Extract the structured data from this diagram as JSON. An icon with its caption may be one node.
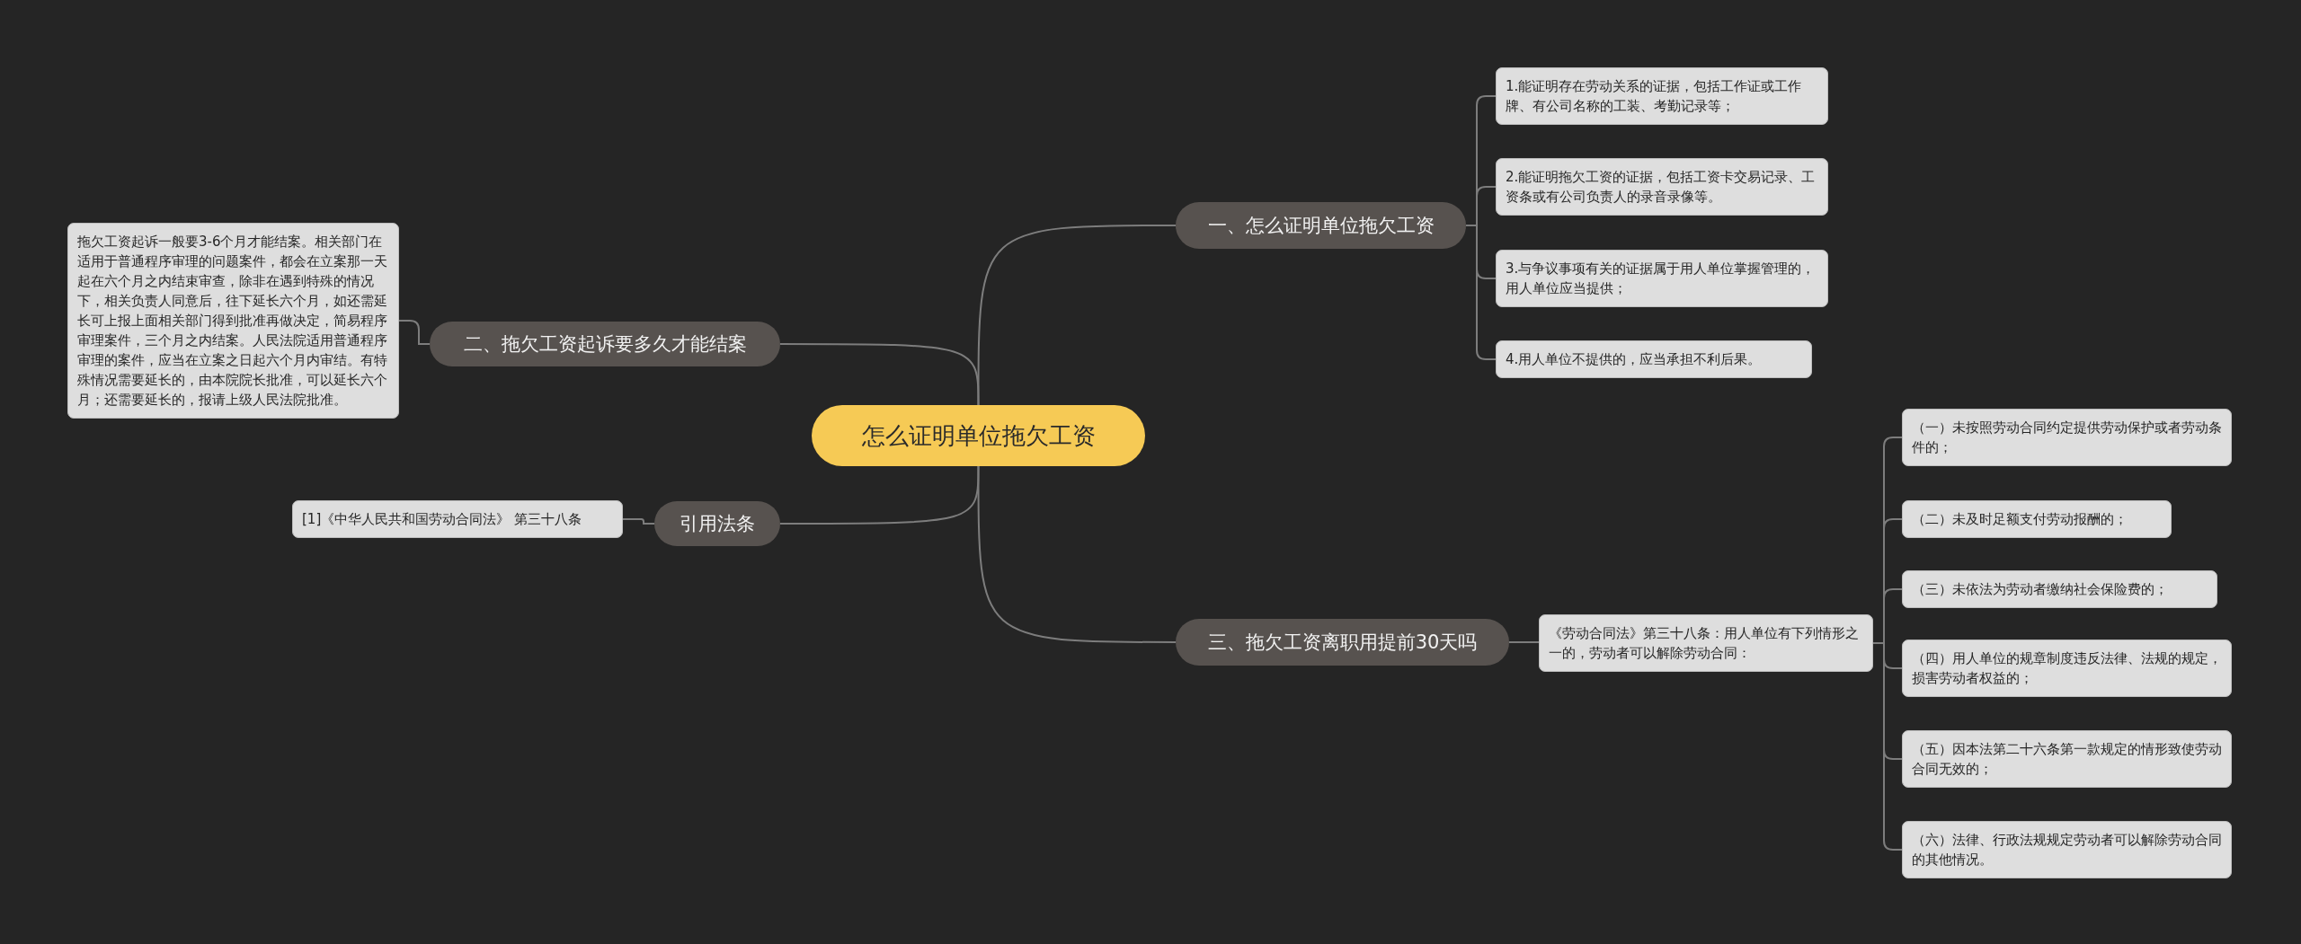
{
  "diagram": {
    "nodes": [
      {
        "text": [
          "怎么证明单位拖欠工资"
        ]
      },
      {
        "text": [
          "一、怎么证明单位拖欠工资"
        ]
      },
      {
        "text": [
          "1.能证明存在劳动关系的证据，包括工作证或工作牌、有公司名称的工装、考勤记录等；"
        ]
      },
      {
        "text": [
          "2.能证明拖欠工资的证据，包括工资卡交易记录、工资条或有公司负责人的录音录像等。"
        ]
      },
      {
        "text": [
          "3.与争议事项有关的证据属于用人单位掌握管理的，用人单位应当提供；"
        ]
      },
      {
        "text": [
          "4.用人单位不提供的，应当承担不利后果。"
        ]
      },
      {
        "text": [
          "二、拖欠工资起诉要多久才能结案"
        ]
      },
      {
        "text": [
          "拖欠工资起诉一般要3-6个月才能结案。相关部门在适用于普通程序审理的问题案件，都会在立案那一天起在六个月之内结束审查，除非在遇到特殊的情况下，相关负责人同意后，往下延长六个月，如还需延长可上报上面相关部门得到批准再做决定，简易程序审理案件，三个月之内结案。人民法院适用普通程序审理的案件，应当在立案之日起六个月内审结。有特殊情况需要延长的，由本院院长批准，可以延长六个月；还需要延长的，报请上级人民法院批准。"
        ]
      },
      {
        "text": [
          "引用法条"
        ]
      },
      {
        "text": [
          "[1]《中华人民共和国劳动合同法》 第三十八条"
        ]
      },
      {
        "text": [
          "三、拖欠工资离职用提前30天吗"
        ]
      },
      {
        "text": [
          "《劳动合同法》第三十八条：用人单位有下列情形之一的，劳动者可以解除劳动合同："
        ]
      },
      {
        "text": [
          "（一）未按照劳动合同约定提供劳动保护或者劳动条件的；"
        ]
      },
      {
        "text": [
          "（二）未及时足额支付劳动报酬的；"
        ]
      },
      {
        "text": [
          "（三）未依法为劳动者缴纳社会保险费的；"
        ]
      },
      {
        "text": [
          "（四）用人单位的规章制度违反法律、法规的规定，损害劳动者权益的；"
        ]
      },
      {
        "text": [
          "（五）因本法第二十六条第一款规定的情形致使劳动合同无效的；"
        ]
      },
      {
        "text": [
          "（六）法律、行政法规规定劳动者可以解除劳动合同的其他情况。"
        ]
      }
    ],
    "edges": [
      {
        "from": 0,
        "to": 1,
        "arrow": "none"
      },
      {
        "from": 1,
        "to": 2,
        "arrow": "none"
      },
      {
        "from": 1,
        "to": 3,
        "arrow": "none"
      },
      {
        "from": 1,
        "to": 4,
        "arrow": "none"
      },
      {
        "from": 1,
        "to": 5,
        "arrow": "none"
      },
      {
        "from": 0,
        "to": 6,
        "arrow": "none"
      },
      {
        "from": 6,
        "to": 7,
        "arrow": "none"
      },
      {
        "from": 0,
        "to": 8,
        "arrow": "none"
      },
      {
        "from": 8,
        "to": 9,
        "arrow": "none"
      },
      {
        "from": 0,
        "to": 10,
        "arrow": "none"
      },
      {
        "from": 10,
        "to": 11,
        "arrow": "none"
      },
      {
        "from": 11,
        "to": 12,
        "arrow": "none"
      },
      {
        "from": 11,
        "to": 13,
        "arrow": "none"
      },
      {
        "from": 11,
        "to": 14,
        "arrow": "none"
      },
      {
        "from": 11,
        "to": 15,
        "arrow": "none"
      },
      {
        "from": 11,
        "to": 16,
        "arrow": "none"
      },
      {
        "from": 11,
        "to": 17,
        "arrow": "none"
      }
    ]
  }
}
